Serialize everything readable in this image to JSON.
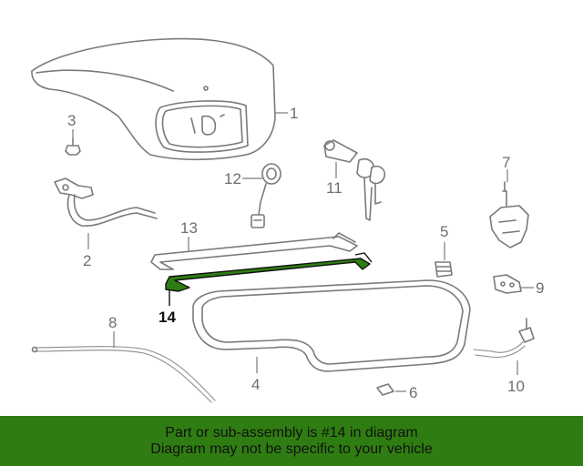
{
  "colors": {
    "highlight": "#2f7d12",
    "banner_background": "#2f7d12",
    "line_art": "#7a7a7a"
  },
  "callouts": [
    "1",
    "2",
    "3",
    "4",
    "5",
    "6",
    "7",
    "8",
    "9",
    "10",
    "11",
    "12",
    "13",
    "14"
  ],
  "highlighted_part": "14",
  "banner": {
    "line1": "Part or sub-assembly is #14 in diagram",
    "line2": "Diagram may not be specific to your vehicle"
  }
}
